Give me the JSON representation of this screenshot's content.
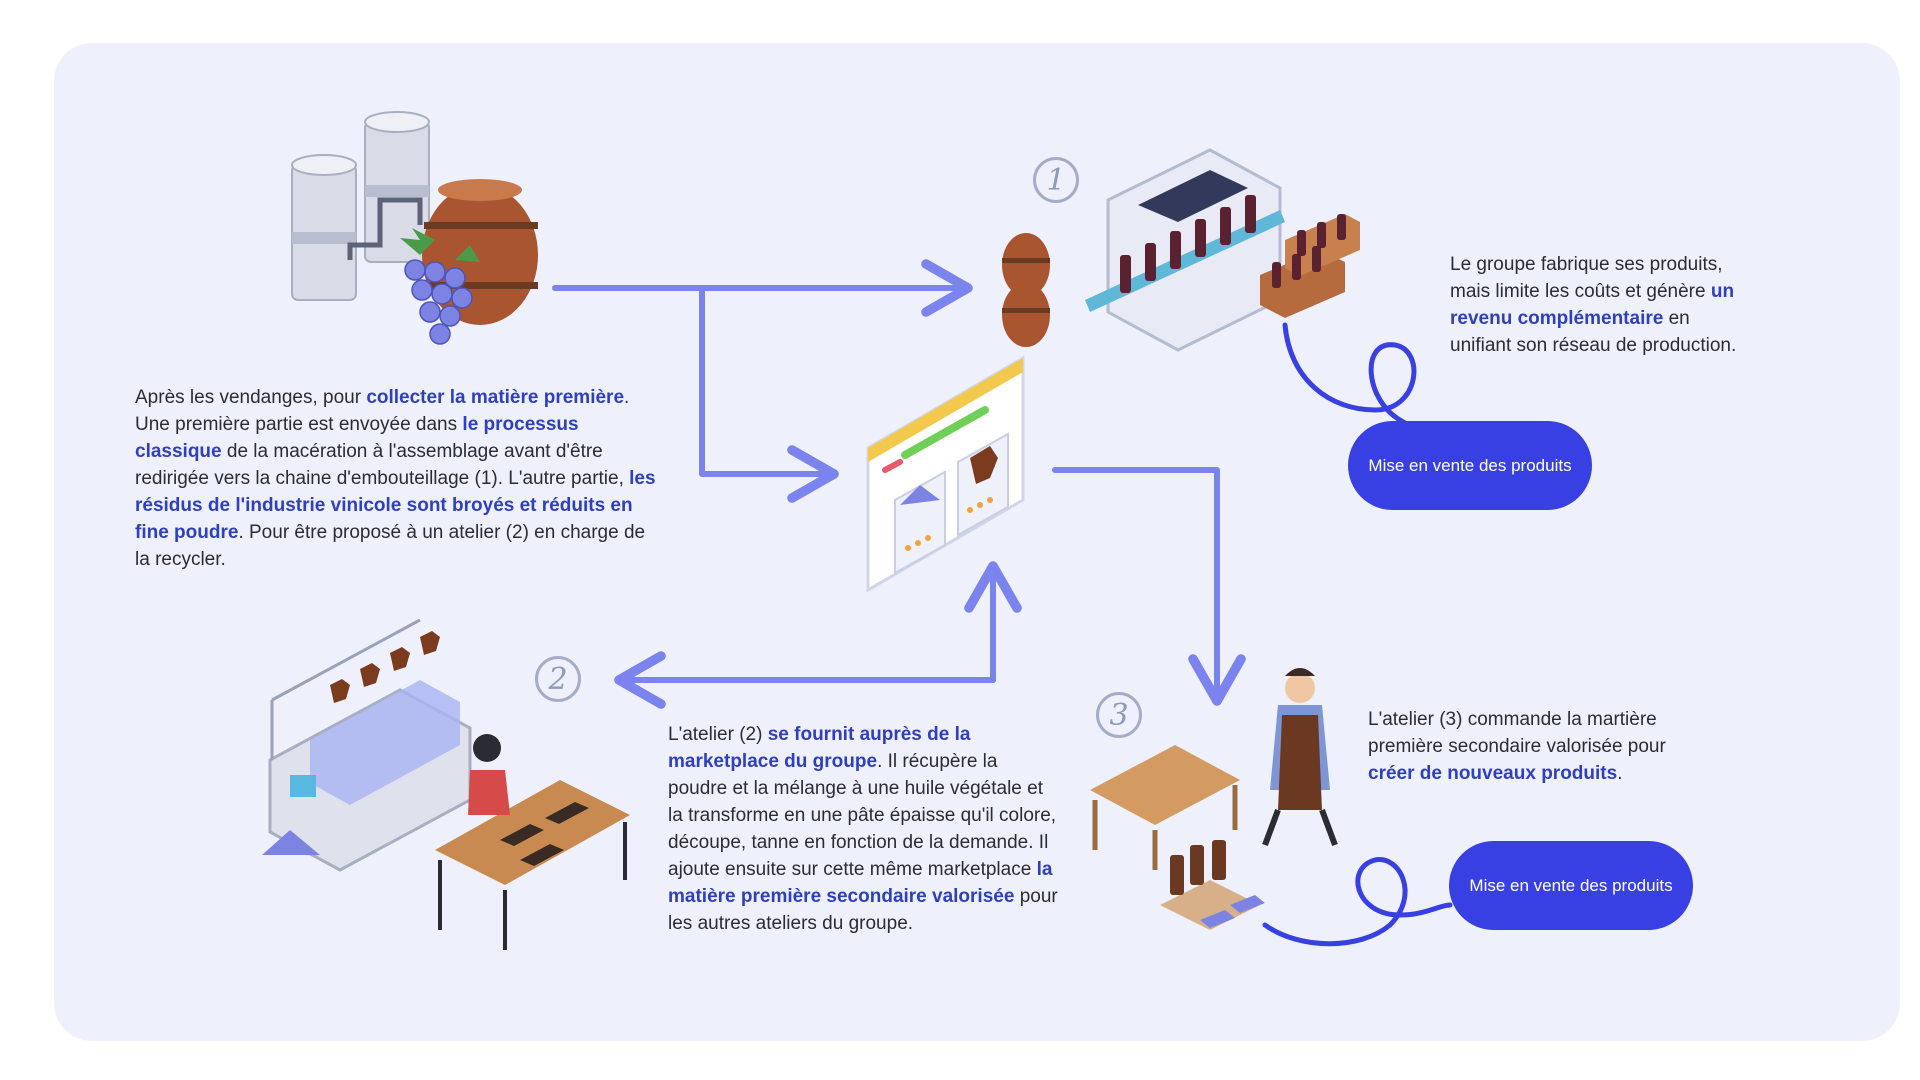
{
  "colors": {
    "accent": "#3840e3",
    "highlight": "#2f3fbf",
    "arrow": "#7b83ee",
    "panel": "#eef1fc"
  },
  "block1": {
    "p1": "Après les vendanges, pour ",
    "h1": "collecter la matière première",
    "p2": ". Une première partie est envoyée dans ",
    "h2": "le processus classique",
    "p3": " de la macération à l'assemblage avant d'être redirigée vers la chaine d'embouteillage (1). L'autre partie, ",
    "h3": "les résidus de l'industrie vinicole sont broyés et réduits en fine poudre",
    "p4": ". Pour être proposé à un atelier (2) en charge de la recycler."
  },
  "block2": {
    "p1": "Le groupe fabrique ses produits, mais limite les coûts et génère ",
    "h1": "un revenu complémentaire",
    "p2": " en unifiant son réseau de production."
  },
  "block3": {
    "p1": "L'atelier (2) ",
    "h1": "se fournit auprès de la marketplace du groupe",
    "p2": ". Il récupère la poudre et la mélange à une huile végétale et la transforme en une pâte épaisse qu'il colore, découpe, tanne en fonction de la demande. Il ajoute ensuite sur cette même marketplace ",
    "h2": "la matière première secondaire valorisée",
    "p3": " pour les autres ateliers du groupe."
  },
  "block4": {
    "p1": "L'atelier (3) commande la martière première secondaire valorisée pour ",
    "h1": "créer de nouveaux produits",
    "p2": "."
  },
  "buttons": {
    "sale_top": "Mise en vente des produits",
    "sale_bottom": "Mise en vente des produits"
  },
  "numbers": {
    "one": "1",
    "two": "2",
    "three": "3"
  },
  "icons": [
    "winery-icon",
    "bottling-line-icon",
    "marketplace-icon",
    "leather-workshop-icon",
    "shoemaker-icon"
  ]
}
